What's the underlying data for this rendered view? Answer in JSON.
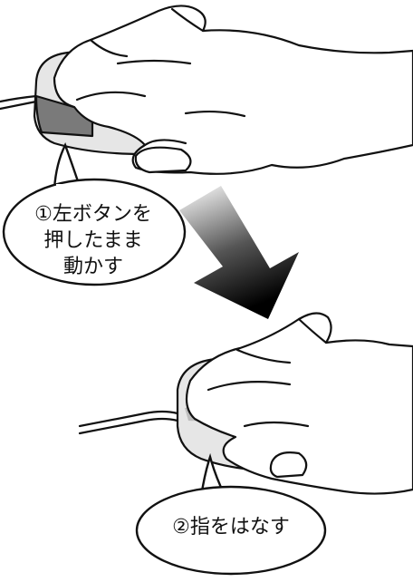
{
  "steps": [
    {
      "callout": [
        "①左ボタンを",
        "押したまま",
        "動かす"
      ]
    },
    {
      "callout": [
        "②指をはなす"
      ]
    }
  ],
  "colors": {
    "outline": "#111111",
    "mouse_body": "#e6e6e6",
    "pressed_button": "#7a7a7a",
    "released_button_hint": "#bdbdbd",
    "arrow_dark": "#000000"
  },
  "icons": [
    "hand-on-mouse-illustration",
    "down-arrow-icon"
  ]
}
